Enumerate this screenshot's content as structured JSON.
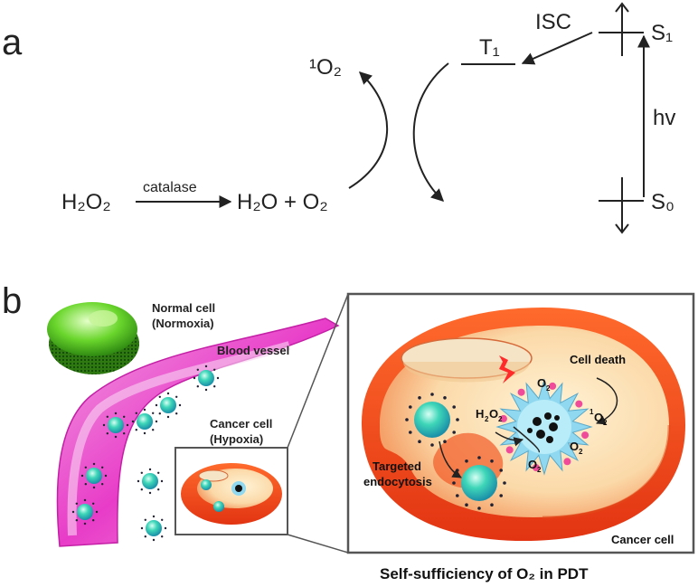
{
  "panel_a": {
    "label": "a",
    "h2o2": "H₂O₂",
    "catalase": "catalase",
    "products": "H₂O + O₂",
    "singlet_o2": "¹O₂",
    "t1": "T₁",
    "isc": "ISC",
    "s1": "S₁",
    "s0": "S₀",
    "hv": "hv"
  },
  "panel_b": {
    "label": "b",
    "normal_cell_line1": "Normal cell",
    "normal_cell_line2": "(Normoxia)",
    "blood_vessel": "Blood vessel",
    "cancer_cell_line1": "Cancer cell",
    "cancer_cell_line2": "(Hypoxia)",
    "cell_death": "Cell death",
    "o2_main": "O",
    "o2_sub": "2",
    "h2o2_h": "H",
    "h2o2_2a": "2",
    "h2o2_o": "O",
    "h2o2_2b": "2",
    "singlet_sup": "1",
    "singlet_o": "O",
    "singlet_sub": "2",
    "targeted_line1": "Targeted",
    "targeted_line2": "endocytosis",
    "cancer_cell_corner": "Cancer cell",
    "caption": "Self-sufficiency of O₂ in PDT"
  },
  "colors": {
    "vessel": "#e83cc8",
    "vessel_inner": "#f6b6e6",
    "cell_outer": "#f2441e",
    "cell_inner": "#fbd9a8",
    "normal_cell": "#6ad62c",
    "nanoparticle": "#3ed6b8",
    "spiky": "#8fd8f0"
  }
}
